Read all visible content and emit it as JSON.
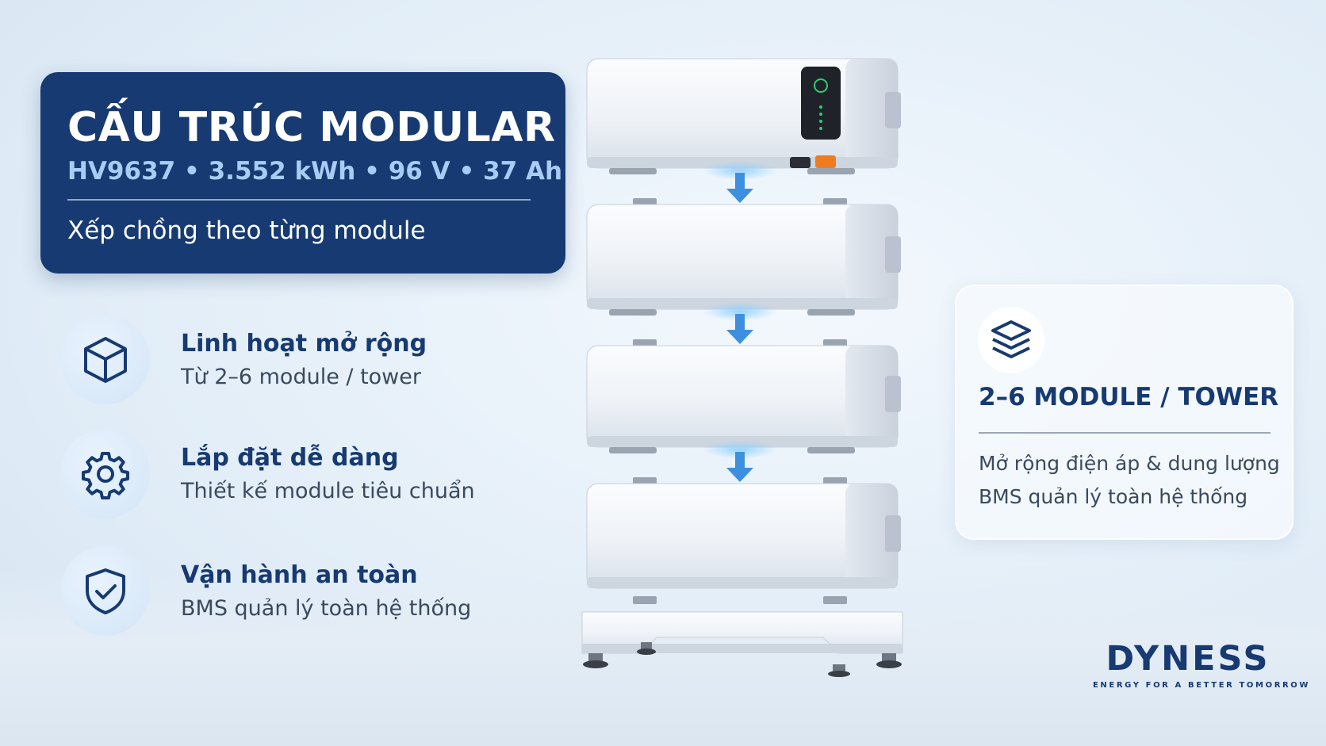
{
  "title_card": {
    "title": "CẤU TRÚC MODULAR",
    "specs": "HV9637 • 3.552 kWh • 96 V • 37 Ah",
    "subtitle": "Xếp chồng theo từng module"
  },
  "features": [
    {
      "icon": "cube-icon",
      "title": "Linh hoạt mở rộng",
      "description": "Từ 2–6 module / tower"
    },
    {
      "icon": "gear-icon",
      "title": "Lắp đặt dễ dàng",
      "description": "Thiết kế module tiêu chuẩn"
    },
    {
      "icon": "shield-check-icon",
      "title": "Vận hành an toàn",
      "description": "BMS quản lý toàn hệ thống"
    }
  ],
  "info_card": {
    "icon": "layers-icon",
    "title": "2–6 MODULE / TOWER",
    "lines": [
      "Mở rộng điện áp & dung lượng",
      "BMS quản lý toàn hệ thống"
    ]
  },
  "brand": {
    "logo": "DYNESS",
    "tagline": "ENERGY FOR A BETTER TOMORROW"
  },
  "colors": {
    "navy": "#163a71",
    "accent_blue": "#a9ccf4",
    "arrow_blue": "#3d8fe0",
    "indicator_green": "#2ecc71",
    "connector_orange": "#f07c22"
  }
}
